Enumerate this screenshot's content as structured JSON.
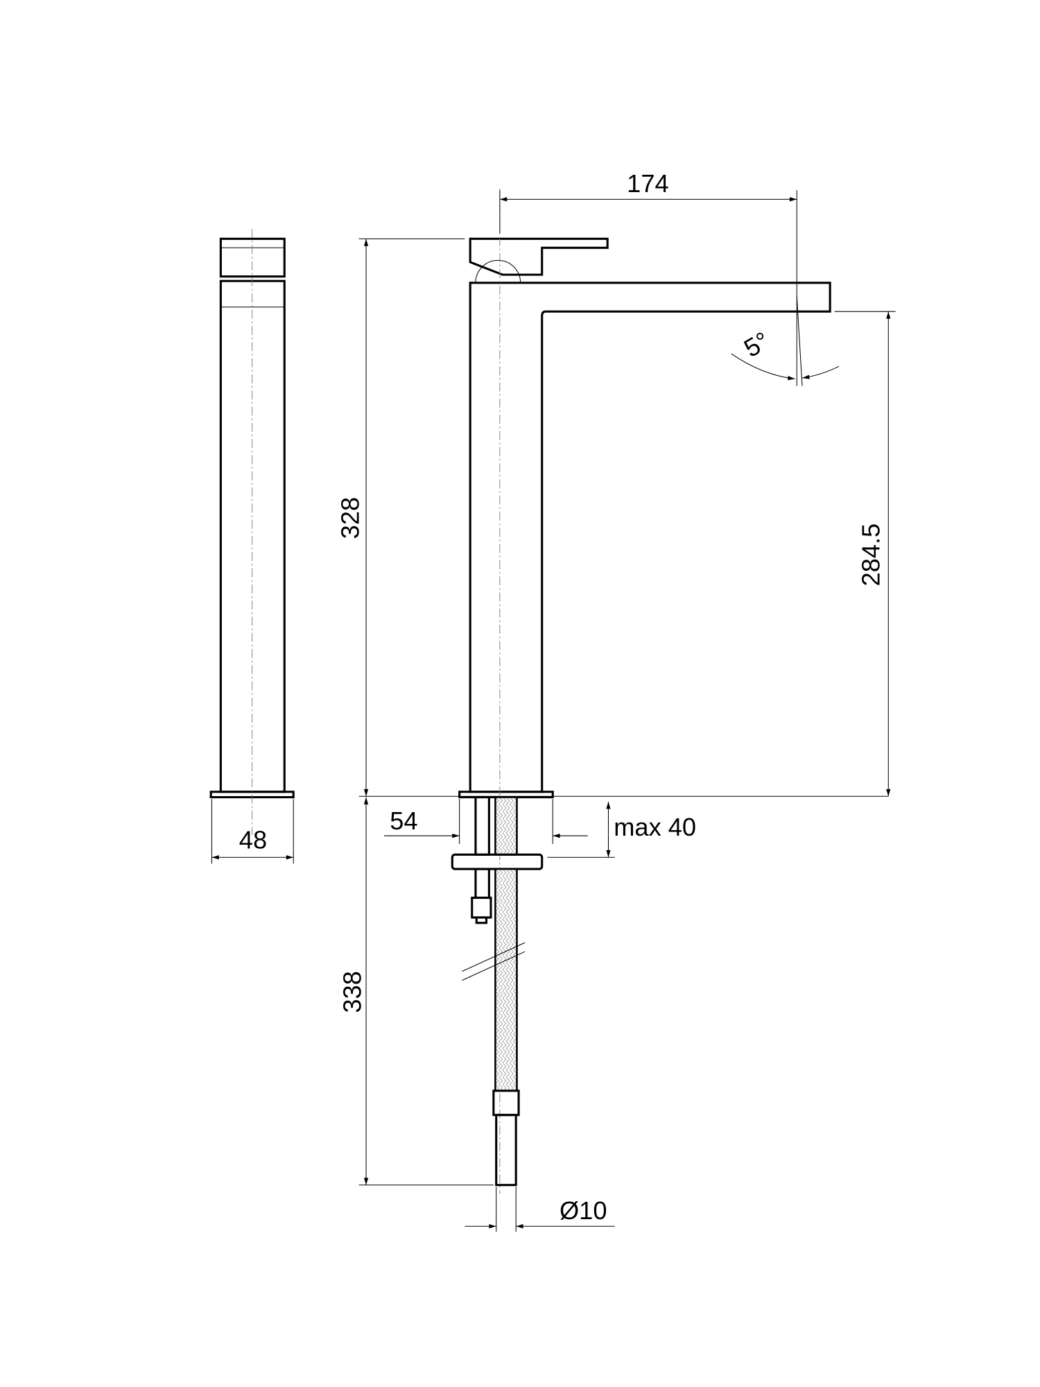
{
  "drawing": {
    "dimensions": {
      "spout_reach": "174",
      "total_height": "328",
      "spout_height": "284.5",
      "spout_angle": "5°",
      "side_width": "48",
      "base_diameter": "54",
      "max_deck_thickness": "max 40",
      "hose_length": "338",
      "hose_diameter": "Ø10"
    }
  }
}
